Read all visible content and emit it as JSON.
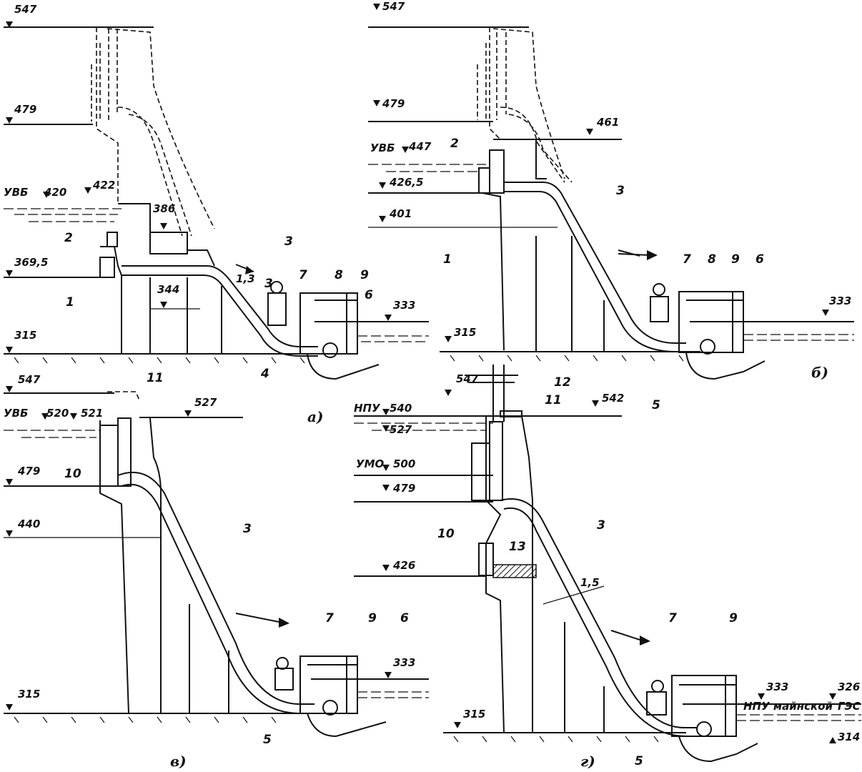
{
  "figure": {
    "panels": [
      {
        "id": "a",
        "caption": "а)",
        "levels": [
          {
            "label": "547"
          },
          {
            "label": "479"
          },
          {
            "label": "УВБ"
          },
          {
            "label": "420"
          },
          {
            "label": "422"
          },
          {
            "label": "386"
          },
          {
            "label": "369,5"
          },
          {
            "label": "344"
          },
          {
            "label": "333"
          },
          {
            "label": "315"
          }
        ],
        "slope": "1,3",
        "callouts": [
          "1",
          "2",
          "3",
          "3",
          "4",
          "7",
          "8",
          "9",
          "6"
        ]
      },
      {
        "id": "b",
        "caption": "б)",
        "levels": [
          {
            "label": "547"
          },
          {
            "label": "479"
          },
          {
            "label": "461"
          },
          {
            "label": "УВБ"
          },
          {
            "label": "447"
          },
          {
            "label": "426,5"
          },
          {
            "label": "401"
          },
          {
            "label": "333"
          },
          {
            "label": "315"
          }
        ],
        "callouts": [
          "2",
          "1",
          "3",
          "7",
          "8",
          "9",
          "6",
          "5"
        ]
      },
      {
        "id": "v",
        "caption": "в)",
        "levels": [
          {
            "label": "547"
          },
          {
            "label": "УВБ"
          },
          {
            "label": "520"
          },
          {
            "label": "521"
          },
          {
            "label": "527"
          },
          {
            "label": "479"
          },
          {
            "label": "440"
          },
          {
            "label": "333"
          },
          {
            "label": "315"
          }
        ],
        "callouts": [
          "11",
          "10",
          "3",
          "7",
          "9",
          "6",
          "5"
        ]
      },
      {
        "id": "g",
        "caption": "г)",
        "levels": [
          {
            "label": "547"
          },
          {
            "label": "542"
          },
          {
            "label": "НПУ"
          },
          {
            "label": "540"
          },
          {
            "label": "527"
          },
          {
            "label": "УМО"
          },
          {
            "label": "500"
          },
          {
            "label": "479"
          },
          {
            "label": "426"
          },
          {
            "label": "333"
          },
          {
            "label": "326"
          },
          {
            "label": "315"
          },
          {
            "label": "314"
          }
        ],
        "slope": "1,5",
        "note_upper": "НПУ майнской",
        "note_right": "ГЭС",
        "callouts": [
          "12",
          "11",
          "10",
          "13",
          "3",
          "7",
          "9",
          "5"
        ]
      }
    ]
  }
}
